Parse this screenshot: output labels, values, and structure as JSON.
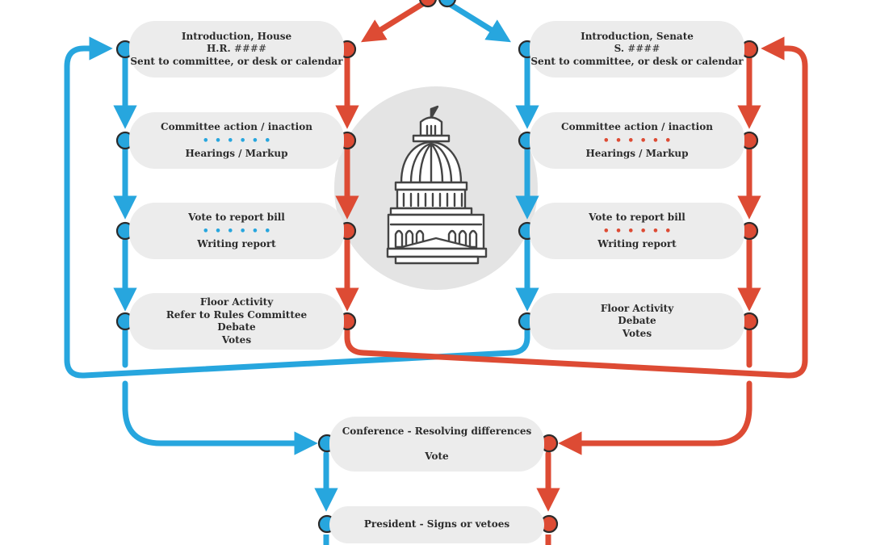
{
  "colors": {
    "house": "#27a6de",
    "senate": "#dd4b34",
    "box": "#ececec",
    "text": "#2b2b2b",
    "capitol_bg": "#e4e4e4"
  },
  "icon": "capitol-building-icon",
  "house": {
    "introduction": {
      "line1": "Introduction, House",
      "line2_prefix": "H.R. ",
      "line2_code": "####",
      "line3": "Sent to committee, or desk or calendar"
    },
    "committee": {
      "line1": "Committee action / inaction",
      "dots": "••••••",
      "line2": "Hearings / Markup"
    },
    "report": {
      "line1": "Vote to report bill",
      "dots": "••••••",
      "line2": "Writing report"
    },
    "floor": {
      "line1": "Floor Activity",
      "line2": "Refer to Rules Committee",
      "line3": "Debate",
      "line4": "Votes"
    }
  },
  "senate": {
    "introduction": {
      "line1": "Introduction, Senate",
      "line2_prefix": "S. ",
      "line2_code": "####",
      "line3": "Sent to committee, or desk or calendar"
    },
    "committee": {
      "line1": "Committee action / inaction",
      "dots": "••••••",
      "line2": "Hearings / Markup"
    },
    "report": {
      "line1": "Vote to report bill",
      "dots": "••••••",
      "line2": "Writing report"
    },
    "floor": {
      "line1": "Floor Activity",
      "line2": "Debate",
      "line3": "Votes"
    }
  },
  "conference": {
    "line1": "Conference - Resolving differences",
    "line2": "Vote"
  },
  "president": {
    "line1": "President - Signs or vetoes"
  }
}
